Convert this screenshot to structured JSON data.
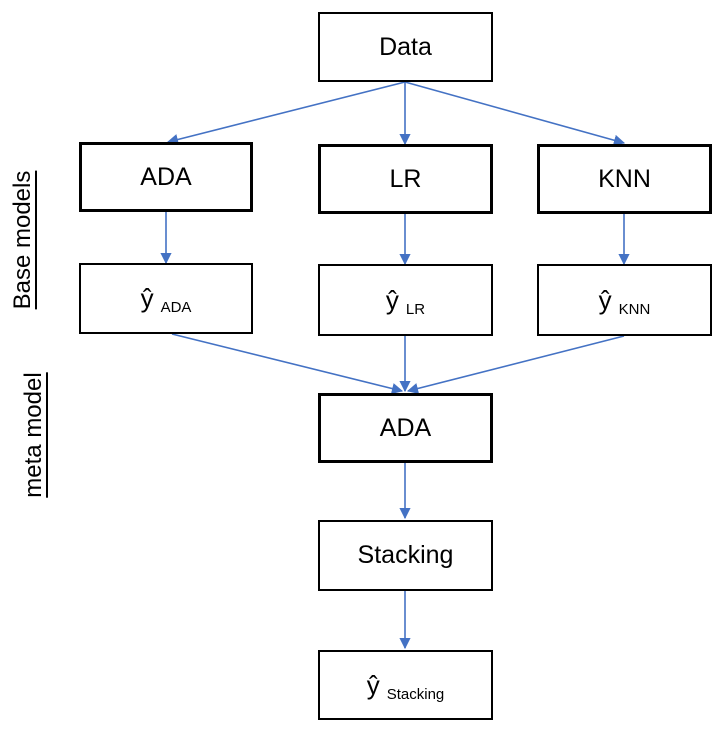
{
  "side_labels": {
    "base": "Base models",
    "meta": "meta model"
  },
  "nodes": {
    "data": "Data",
    "base_ada": "ADA",
    "base_lr": "LR",
    "base_knn": "KNN",
    "pred_ada": {
      "symbol": "ŷ",
      "sub": "ADA"
    },
    "pred_lr": {
      "symbol": "ŷ",
      "sub": "LR"
    },
    "pred_knn": {
      "symbol": "ŷ",
      "sub": "KNN"
    },
    "meta_ada": "ADA",
    "stacking": "Stacking",
    "pred_stacking": {
      "symbol": "ŷ",
      "sub": "Stacking"
    }
  },
  "colors": {
    "arrow": "#4472c4",
    "box_border": "#000000"
  }
}
